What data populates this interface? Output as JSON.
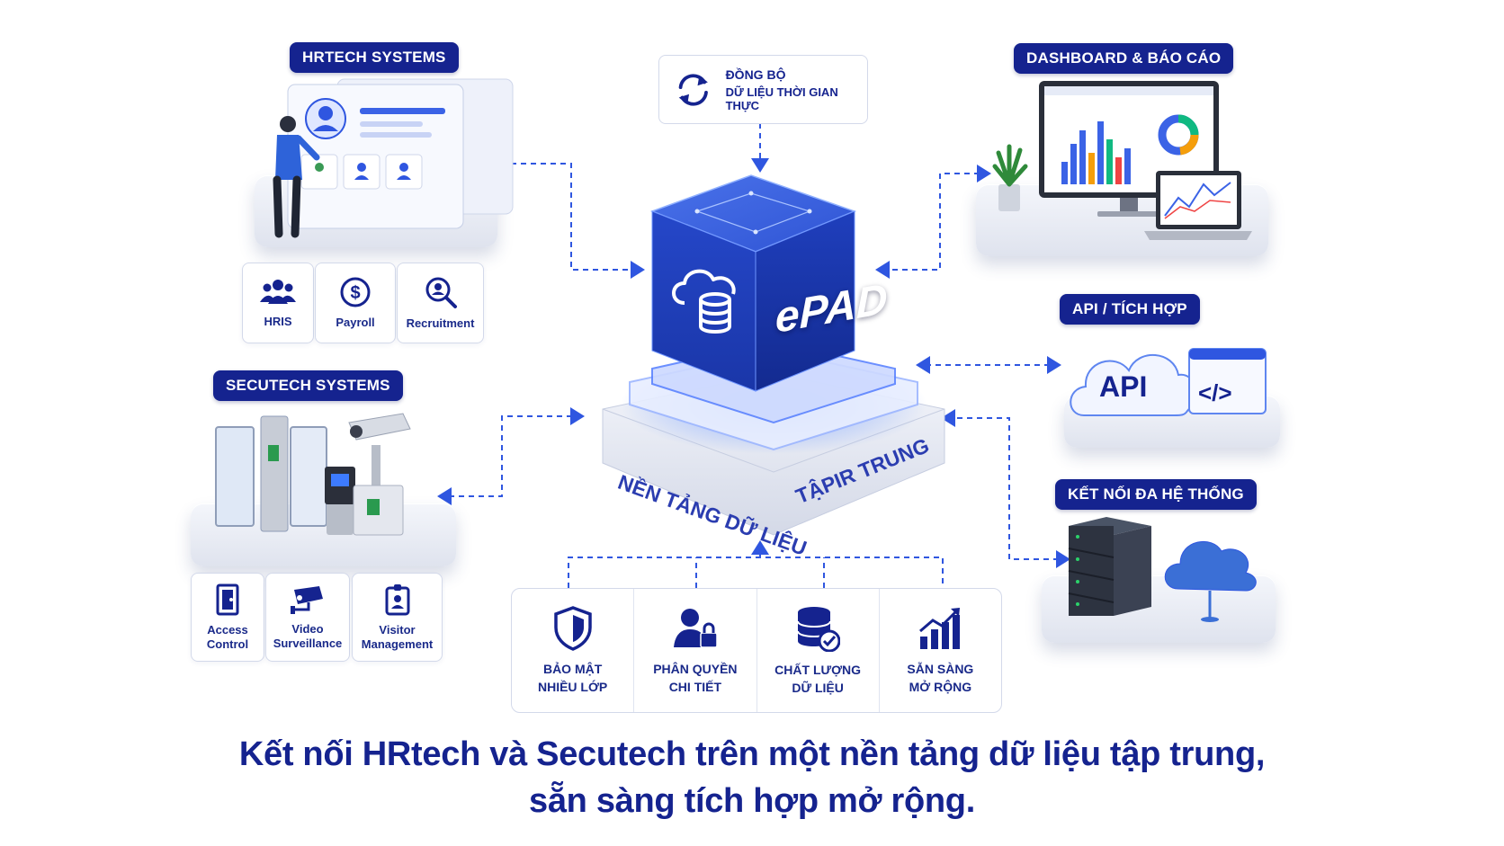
{
  "center": {
    "cube_label": "ePAD",
    "base_text_left": "NỀN TẢNG DỮ LIỆU",
    "base_text_right": "TẬPIR TRUNG"
  },
  "sync": {
    "line1": "ĐỒNG BỘ",
    "line2": "DỮ LIỆU THỜI GIAN THỰC",
    "icon": "sync-icon"
  },
  "hrtech": {
    "title": "HRTECH SYSTEMS",
    "modules": [
      {
        "label": "HRIS",
        "icon": "users-icon"
      },
      {
        "label": "Payroll",
        "icon": "dollar-icon"
      },
      {
        "label": "Recruitment",
        "icon": "search-user-icon"
      }
    ]
  },
  "secutech": {
    "title": "SECUTECH SYSTEMS",
    "modules": [
      {
        "label": "Access\nControl",
        "icon": "door-icon"
      },
      {
        "label": "Video\nSurveillance",
        "icon": "camera-icon"
      },
      {
        "label": "Visitor\nManagement",
        "icon": "badge-icon"
      }
    ]
  },
  "right": {
    "dashboard_title": "DASHBOARD & BÁO CÁO",
    "api_title": "API / TÍCH HỢP",
    "api_cloud_label": "API",
    "api_code_label": "</>",
    "connect_title": "KẾT NỐI ĐA HỆ THỐNG"
  },
  "features": [
    {
      "label": "BẢO MẬT\nNHIỀU LỚP",
      "icon": "shield-icon"
    },
    {
      "label": "PHÂN QUYỀN\nCHI TIẾT",
      "icon": "user-lock-icon"
    },
    {
      "label": "CHẤT LƯỢNG\nDỮ LIỆU",
      "icon": "database-check-icon"
    },
    {
      "label": "SẴN SÀNG\nMỞ RỘNG",
      "icon": "growth-chart-icon"
    }
  ],
  "caption": {
    "line1": "Kết nối HRtech và Secutech trên một nền tảng dữ liệu tập trung,",
    "line2": "sẵn sàng tích hợp mở rộng."
  },
  "colors": {
    "navy": "#15238f",
    "accent": "#2f56e0",
    "cube": "#1d3fc4",
    "platform": "#e6e9f2"
  }
}
